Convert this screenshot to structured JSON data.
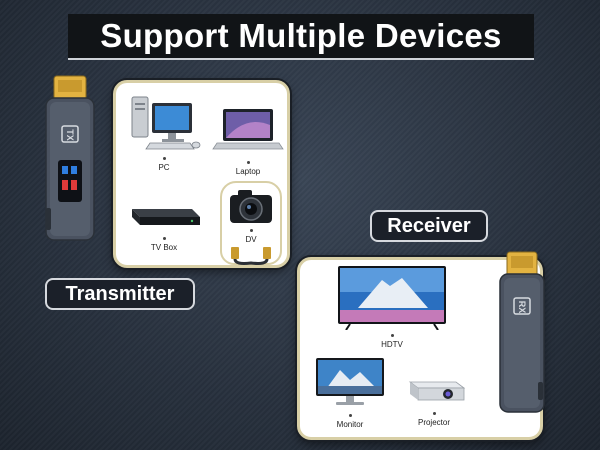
{
  "title": "Support Multiple Devices",
  "transmitter": {
    "label": "Transmitter",
    "device_marks": [
      "TX"
    ],
    "devices": [
      {
        "label": "PC",
        "icon": "desktop-pc-icon"
      },
      {
        "label": "Laptop",
        "icon": "laptop-icon"
      },
      {
        "label": "TV Box",
        "icon": "tv-box-icon"
      },
      {
        "label": "DV",
        "icon": "camera-icon"
      }
    ]
  },
  "receiver": {
    "label": "Receiver",
    "device_marks": [
      "RX"
    ],
    "devices": [
      {
        "label": "HDTV",
        "icon": "tv-icon"
      },
      {
        "label": "Monitor",
        "icon": "monitor-icon"
      },
      {
        "label": "Projector",
        "icon": "projector-icon"
      }
    ]
  },
  "colors": {
    "background": "#27303d",
    "title_bar": "#111417",
    "panel": "#ffffff",
    "panel_border": "#d8cfa6",
    "pill": "#1b2029",
    "dongle_body": "#4a5260",
    "hdmi_gold": "#e3b341"
  }
}
